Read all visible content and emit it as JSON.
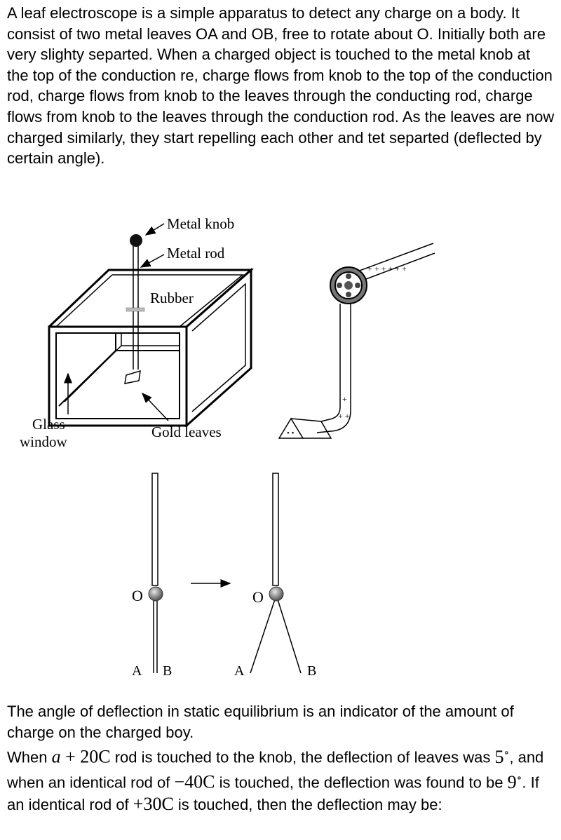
{
  "intro_text": "A leaf electroscope is a simple apparatus to detect any charge on a body. It consist of two metal leaves OA and OB, free to rotate about O. Initially both are very slighty separted. When a charged object is touched to the metal knob at the top of the conduction re, charge flows from knob to the top of the conduction rod, charge flows from knob to the leaves through the conducting rod, charge flows from knob to the leaves through the conduction rod. As the leaves are now charged similarly, they start repelling each other and tet separted (deflected by certain angle).",
  "figure": {
    "labels": {
      "metal_knob": "Metal knob",
      "metal_rod": "Metal rod",
      "rubber": "Rubber",
      "glass_window_1": "Glass",
      "glass_window_2": "window",
      "gold_leaves": "Gold leaves",
      "pivot_left": "O",
      "pivot_right": "O",
      "leaf_a_left": "A",
      "leaf_b_left": "B",
      "leaf_a_right": "A",
      "leaf_b_right": "B"
    }
  },
  "question": {
    "line1": "The angle of deflection in static equilibrium is an indicator of the amount of charge on the charged boy.",
    "when": "When ",
    "rod1_var": "a",
    "rod1_val": " + 20C",
    "mid1": " rod is touched to the knob, the deflection of leaves was ",
    "angle1": "5",
    "mid2": ", and when an identical rod of ",
    "rod2": "−40C",
    "mid3": " is touched, the deflection was found to be ",
    "angle2": "9",
    "mid4": ". If an identical rod of ",
    "rod3": "+30C",
    "end": " is touched, then the deflection may be:",
    "degree": "∘"
  }
}
